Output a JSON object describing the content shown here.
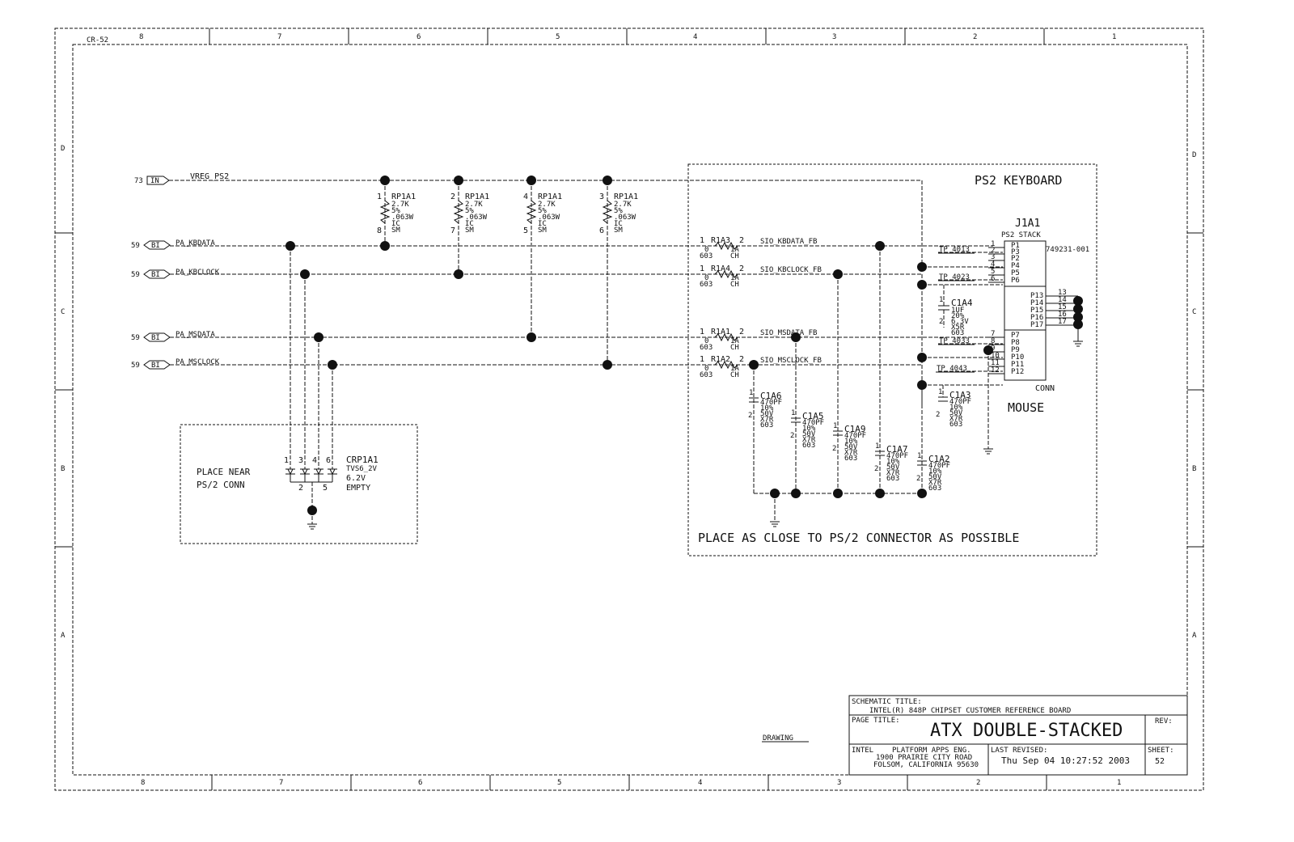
{
  "corner_tag": "CR-52",
  "zones": {
    "columns": [
      "8",
      "7",
      "6",
      "5",
      "4",
      "3",
      "2",
      "1"
    ],
    "rows": [
      "D",
      "C",
      "B",
      "A"
    ]
  },
  "ports": [
    {
      "sheet": "73",
      "label": "IN",
      "net": "VREG_PS2"
    },
    {
      "sheet": "59",
      "label": "BI",
      "net": "PA_KBDATA"
    },
    {
      "sheet": "59",
      "label": "BI",
      "net": "PA_KBCLOCK"
    },
    {
      "sheet": "59",
      "label": "BI",
      "net": "PA_MSDATA"
    },
    {
      "sheet": "59",
      "label": "BI",
      "net": "PA_MSCLOCK"
    }
  ],
  "resistor_packs": [
    {
      "ref": "RP1A1",
      "pin_top": "1",
      "pin_bottom": "8",
      "value": "2.7K",
      "tol": "5%",
      "power": ".063W",
      "type": "IC",
      "pkg": "SM"
    },
    {
      "ref": "RP1A1",
      "pin_top": "2",
      "pin_bottom": "7",
      "value": "2.7K",
      "tol": "5%",
      "power": ".063W",
      "type": "IC",
      "pkg": "SM"
    },
    {
      "ref": "RP1A1",
      "pin_top": "4",
      "pin_bottom": "5",
      "value": "2.7K",
      "tol": "5%",
      "power": ".063W",
      "type": "IC",
      "pkg": "SM"
    },
    {
      "ref": "RP1A1",
      "pin_top": "3",
      "pin_bottom": "6",
      "value": "2.7K",
      "tol": "5%",
      "power": ".063W",
      "type": "IC",
      "pkg": "SM"
    }
  ],
  "series_resistors": [
    {
      "pin1": "1",
      "ref": "R1A3",
      "pin2": "2",
      "value": "0",
      "pkg": "603",
      "rating": "1A",
      "type": "CH",
      "net": "SIO_KBDATA_FB"
    },
    {
      "pin1": "1",
      "ref": "R1A4",
      "pin2": "2",
      "value": "0",
      "pkg": "603",
      "rating": "1A",
      "type": "CH",
      "net": "SIO_KBCLOCK_FB"
    },
    {
      "pin1": "1",
      "ref": "R1A1",
      "pin2": "2",
      "value": "0",
      "pkg": "603",
      "rating": "1A",
      "type": "CH",
      "net": "SIO_MSDATA_FB"
    },
    {
      "pin1": "1",
      "ref": "R1A2",
      "pin2": "2",
      "value": "0",
      "pkg": "603",
      "rating": "1A",
      "type": "CH",
      "net": "SIO_MSCLOCK_FB"
    }
  ],
  "tvs": {
    "ref": "CRP1A1",
    "part": "TVS6_2V",
    "voltage": "6.2V",
    "note": "EMPTY",
    "top_pins": [
      "1",
      "3",
      "4",
      "6"
    ],
    "bottom_pins": [
      "2",
      "5"
    ],
    "place_note_1": "PLACE NEAR",
    "place_note_2": "PS/2 CONN"
  },
  "ps2_block": {
    "title": "PS2 KEYBOARD",
    "mouse": "MOUSE",
    "footer_note": "PLACE AS CLOSE TO PS/2 CONNECTOR AS POSSIBLE"
  },
  "connector": {
    "ref": "J1A1",
    "desc": "PS2 STACK",
    "part_no": "749231-001",
    "type": "CONN",
    "top_pins": [
      "P1",
      "P3",
      "P2",
      "P4",
      "P5",
      "P6"
    ],
    "top_nums": [
      "1",
      "2",
      "3",
      "4",
      "5",
      "6"
    ],
    "shield_pins": [
      "P13",
      "P14",
      "P15",
      "P16",
      "P17"
    ],
    "shield_nums": [
      "13",
      "14",
      "15",
      "16",
      "17"
    ],
    "bottom_pins": [
      "P7",
      "P8",
      "P9",
      "P10",
      "P11",
      "P12"
    ],
    "bottom_nums": [
      "7",
      "8",
      "9",
      "10",
      "11",
      "12"
    ]
  },
  "test_points": [
    "TP_4013",
    "TP_4023",
    "TP_4033",
    "TP_4043"
  ],
  "caps": [
    {
      "ref": "C1A4",
      "pin1": "1",
      "pin2": "2",
      "l1": "1UF",
      "l2": "20%",
      "l3": "6.3V",
      "l4": "X5R",
      "l5": "603"
    },
    {
      "ref": "C1A6",
      "pin1": "1",
      "pin2": "2",
      "l1": "470PF",
      "l2": "10%",
      "l3": "50V",
      "l4": "X7R",
      "l5": "603"
    },
    {
      "ref": "C1A5",
      "pin1": "1",
      "pin2": "2",
      "l1": "470PF",
      "l2": "10%",
      "l3": "50V",
      "l4": "X7R",
      "l5": "603"
    },
    {
      "ref": "C1A9",
      "pin1": "1",
      "pin2": "2",
      "l1": "470PF",
      "l2": "10%",
      "l3": "50V",
      "l4": "X7R",
      "l5": "603"
    },
    {
      "ref": "C1A7",
      "pin1": "1",
      "pin2": "2",
      "l1": "470PF",
      "l2": "10%",
      "l3": "50V",
      "l4": "X7R",
      "l5": "603"
    },
    {
      "ref": "C1A2",
      "pin1": "1",
      "pin2": "2",
      "l1": "470PF",
      "l2": "10%",
      "l3": "50V",
      "l4": "X7R",
      "l5": "603"
    },
    {
      "ref": "C1A3",
      "pin1": "1",
      "pin2": "2",
      "l1": "470PF",
      "l2": "10%",
      "l3": "50V",
      "l4": "X7R",
      "l5": "603"
    }
  ],
  "drawing_label": "DRAWING",
  "title_block": {
    "schematic_title_label": "SCHEMATIC TITLE:",
    "schematic_title": "INTEL(R) 848P CHIPSET CUSTOMER REFERENCE BOARD",
    "page_title_label": "PAGE TITLE:",
    "page_title": "ATX DOUBLE-STACKED",
    "rev_label": "REV:",
    "company": "INTEL",
    "addr1": "PLATFORM APPS ENG.",
    "addr2": "1900 PRAIRIE CITY ROAD",
    "addr3": "FOLSOM, CALIFORNIA 95630",
    "last_revised_label": "LAST REVISED:",
    "last_revised": "Thu Sep 04 10:27:52 2003",
    "sheet_label": "SHEET:",
    "sheet": "52"
  }
}
